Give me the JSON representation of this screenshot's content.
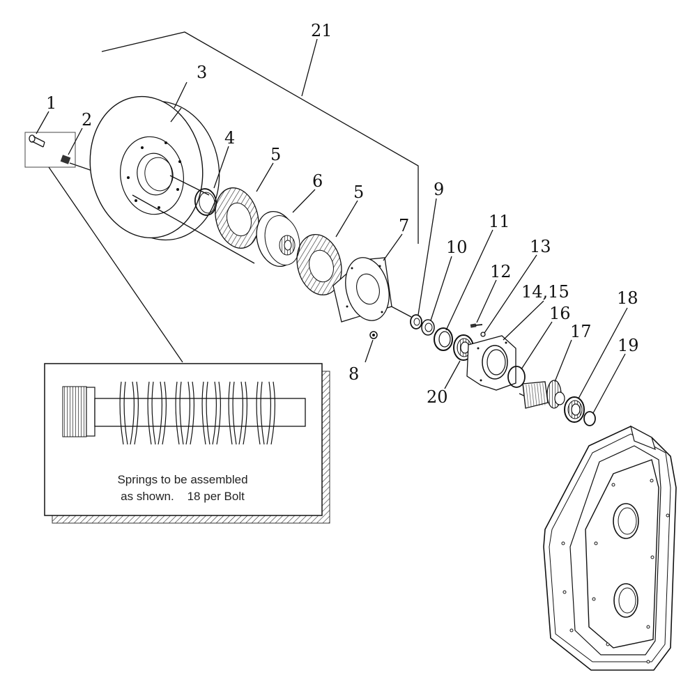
{
  "callouts": {
    "c1": "1",
    "c2": "2",
    "c3": "3",
    "c4": "4",
    "c5a": "5",
    "c5b": "5",
    "c6": "6",
    "c7": "7",
    "c8": "8",
    "c9": "9",
    "c10": "10",
    "c11": "11",
    "c12": "12",
    "c13": "13",
    "c14_15": "14,15",
    "c16": "16",
    "c17": "17",
    "c18": "18",
    "c19": "19",
    "c20": "20",
    "c21": "21"
  },
  "inset_note": {
    "line1": "Springs to be assembled",
    "line2": "as shown.    18 per Bolt"
  },
  "colors": {
    "ink": "#111111",
    "shadow": "#555555",
    "paper": "#ffffff"
  }
}
